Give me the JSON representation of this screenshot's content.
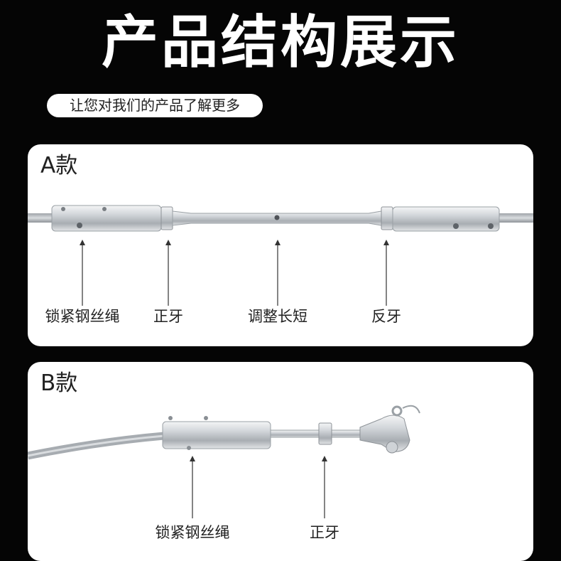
{
  "header": {
    "title": "产品结构展示",
    "subtitle": "让您对我们的产品了解更多"
  },
  "cards": [
    {
      "label": "A款",
      "callouts": [
        "锁紧钢丝绳",
        "正牙",
        "调整长短",
        "反牙"
      ]
    },
    {
      "label": "B款",
      "callouts": [
        "锁紧钢丝绳",
        "正牙"
      ]
    }
  ],
  "colors": {
    "background": "#050505",
    "card": "#ffffff",
    "metal": "#c7cbcf"
  }
}
